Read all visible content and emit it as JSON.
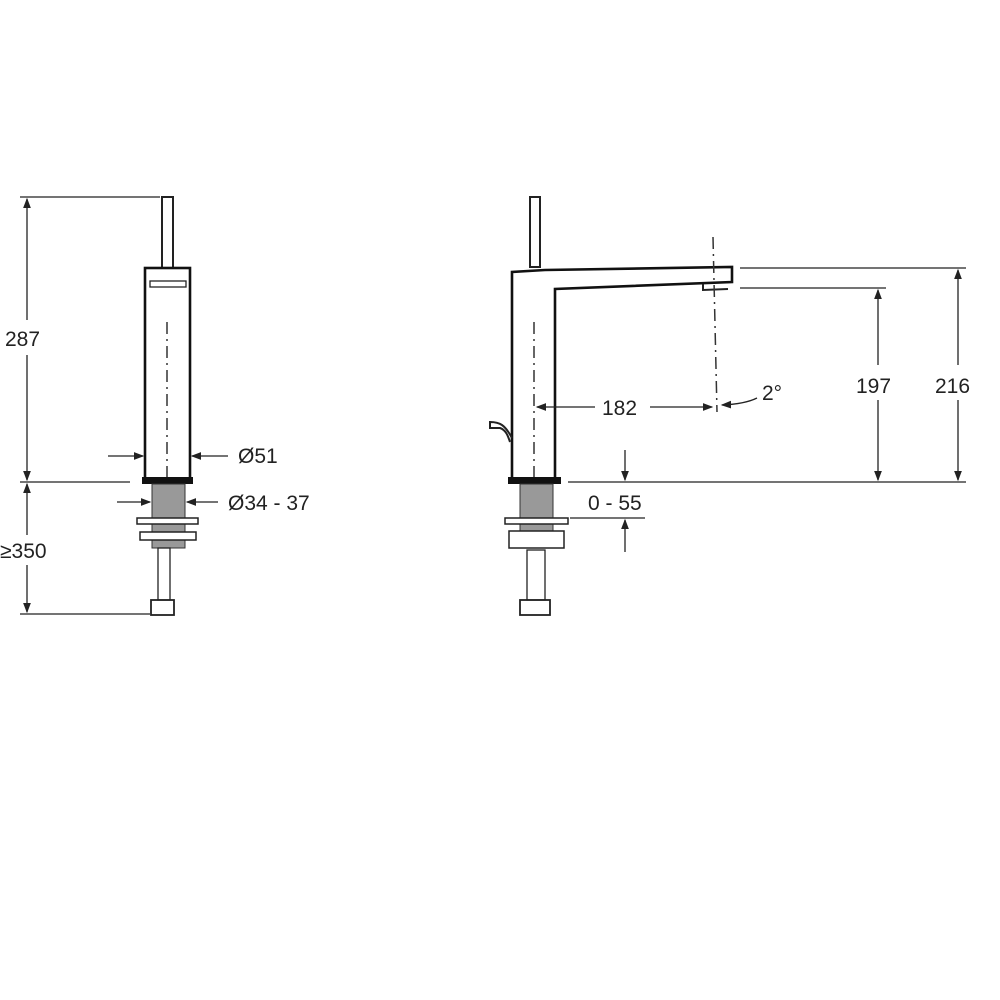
{
  "side_view": {
    "height_total": "287",
    "below_deck": "≥350",
    "body_diameter": "Ø51",
    "hole_diameter": "Ø34 - 37"
  },
  "front_view": {
    "reach": "182",
    "spout_angle": "2°",
    "spout_outlet_height": "197",
    "spout_top_height": "216",
    "deck_thickness": "0 - 55"
  }
}
